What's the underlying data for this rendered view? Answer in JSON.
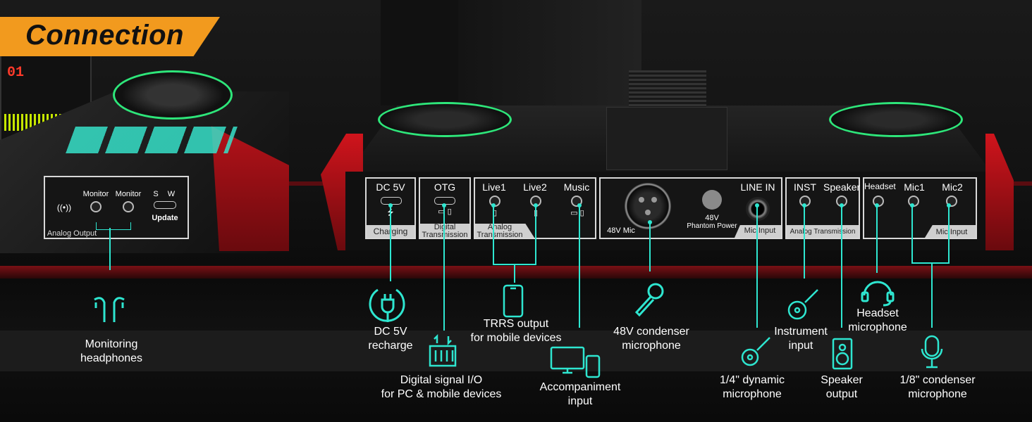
{
  "header": {
    "title": "Connection"
  },
  "left_device": {
    "monitor1": "Monitor",
    "monitor2": "Monitor",
    "s_label": "S",
    "w_label": "W",
    "update": "Update",
    "group": "Analog Output"
  },
  "rear_panel": {
    "dc5v": "DC 5V",
    "charging": "Charging",
    "otg": "OTG",
    "digital_transmission": "Digital Transmission",
    "live1": "Live1",
    "live2": "Live2",
    "music": "Music",
    "analog_transmission": "Analog Transmission",
    "mic48v": "48V Mic",
    "phantom_48v": "48V",
    "phantom_power": "Phantom Power",
    "line_in": "LINE IN",
    "mic_input": "Mic Input",
    "inst": "INST",
    "speaker": "Speaker",
    "analog_transmission2": "Analog Transmission",
    "headset": "Headset",
    "mic1": "Mic1",
    "mic2": "Mic2",
    "mic_input2": "Mic Input"
  },
  "captions": {
    "monitoring_headphones_1": "Monitoring",
    "monitoring_headphones_2": "headphones",
    "dc5v_recharge_1": "DC 5V",
    "dc5v_recharge_2": "recharge",
    "digital_io_1": "Digital signal I/O",
    "digital_io_2": "for PC & mobile devices",
    "trrs_1": "TRRS output",
    "trrs_2": "for mobile devices",
    "accompaniment_1": "Accompaniment",
    "accompaniment_2": "input",
    "condenser48_1": "48V condenser",
    "condenser48_2": "microphone",
    "dynamic_1": "1/4\" dynamic",
    "dynamic_2": "microphone",
    "instrument_1": "Instrument",
    "instrument_2": "input",
    "headset_1": "Headset",
    "headset_2": "microphone",
    "speaker_out_1": "Speaker",
    "speaker_out_2": "output",
    "condenser18_1": "1/8\" condenser",
    "condenser18_2": "microphone"
  },
  "colors": {
    "accent": "#f29a1e",
    "line": "#2ee6d0",
    "device_red": "#b3121a"
  }
}
